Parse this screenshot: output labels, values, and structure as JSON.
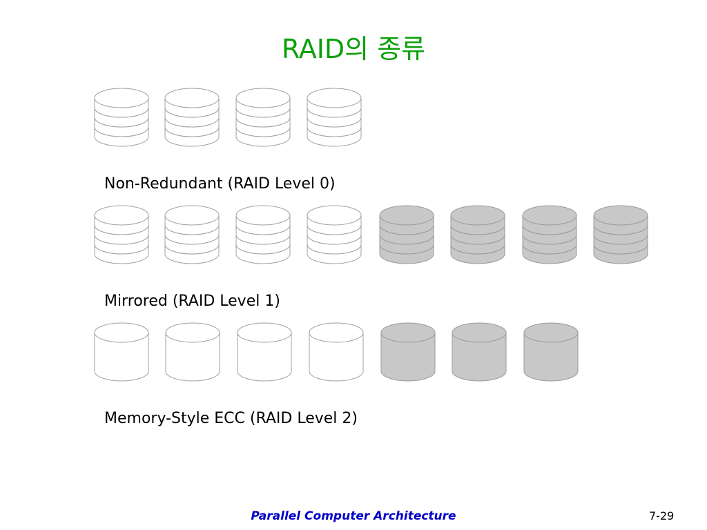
{
  "title": "RAID의 종류",
  "colors": {
    "title": "#0aa00a",
    "data_disk_fill": "#ffffff",
    "redundant_disk_fill": "#c8c8c8",
    "disk_stroke_data": "#a0a0a0",
    "disk_stroke_redundant": "#9a9a9a",
    "footer": "#0000c8"
  },
  "rows": [
    {
      "caption": "Non-Redundant (RAID Level 0)",
      "style": "striped",
      "data_disks": 4,
      "redundant_disks": 0
    },
    {
      "caption": "Mirrored (RAID Level 1)",
      "style": "striped",
      "data_disks": 4,
      "redundant_disks": 4
    },
    {
      "caption": "Memory-Style ECC (RAID Level 2)",
      "style": "plain",
      "data_disks": 4,
      "redundant_disks": 3
    }
  ],
  "footer": {
    "course": "Parallel Computer Architecture",
    "page": "7-29"
  }
}
